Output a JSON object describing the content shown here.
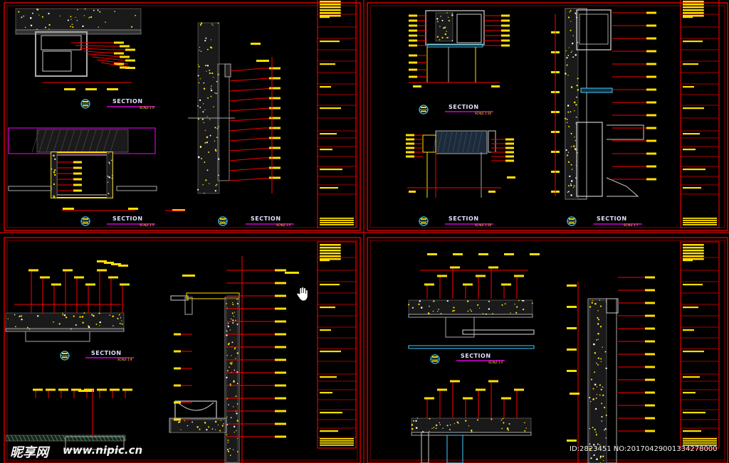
{
  "sections": [
    {
      "id": "s1",
      "label": "SECTION",
      "scale": "SCALE 1:5"
    },
    {
      "id": "s2",
      "label": "SECTION",
      "scale": "SCALE 1:5"
    },
    {
      "id": "s3",
      "label": "SECTION",
      "scale": "SCALE 1:5"
    },
    {
      "id": "s4",
      "label": "SECTION",
      "scale": "SCALE 1:10"
    },
    {
      "id": "s5",
      "label": "SECTION",
      "scale": "SCALE 1:10"
    },
    {
      "id": "s6",
      "label": "SECTION",
      "scale": "SCALE 1:7"
    },
    {
      "id": "s7",
      "label": "SECTION",
      "scale": "SCALE 1:4"
    },
    {
      "id": "s8",
      "label": "SECTION",
      "scale": "SCALE 1:5"
    }
  ],
  "watermark": {
    "logo": "昵享网",
    "url": "www.nipic.cn",
    "id": "ID:2823451 NO:20170429001334278000"
  },
  "colors": {
    "frame": "#e00000",
    "dim": "#ff0000",
    "note": "#ffe000",
    "section": "#3fd0ff",
    "accent": "#ff00ff",
    "title": "#e0e0ff"
  },
  "cursor_icon": "hand-icon"
}
